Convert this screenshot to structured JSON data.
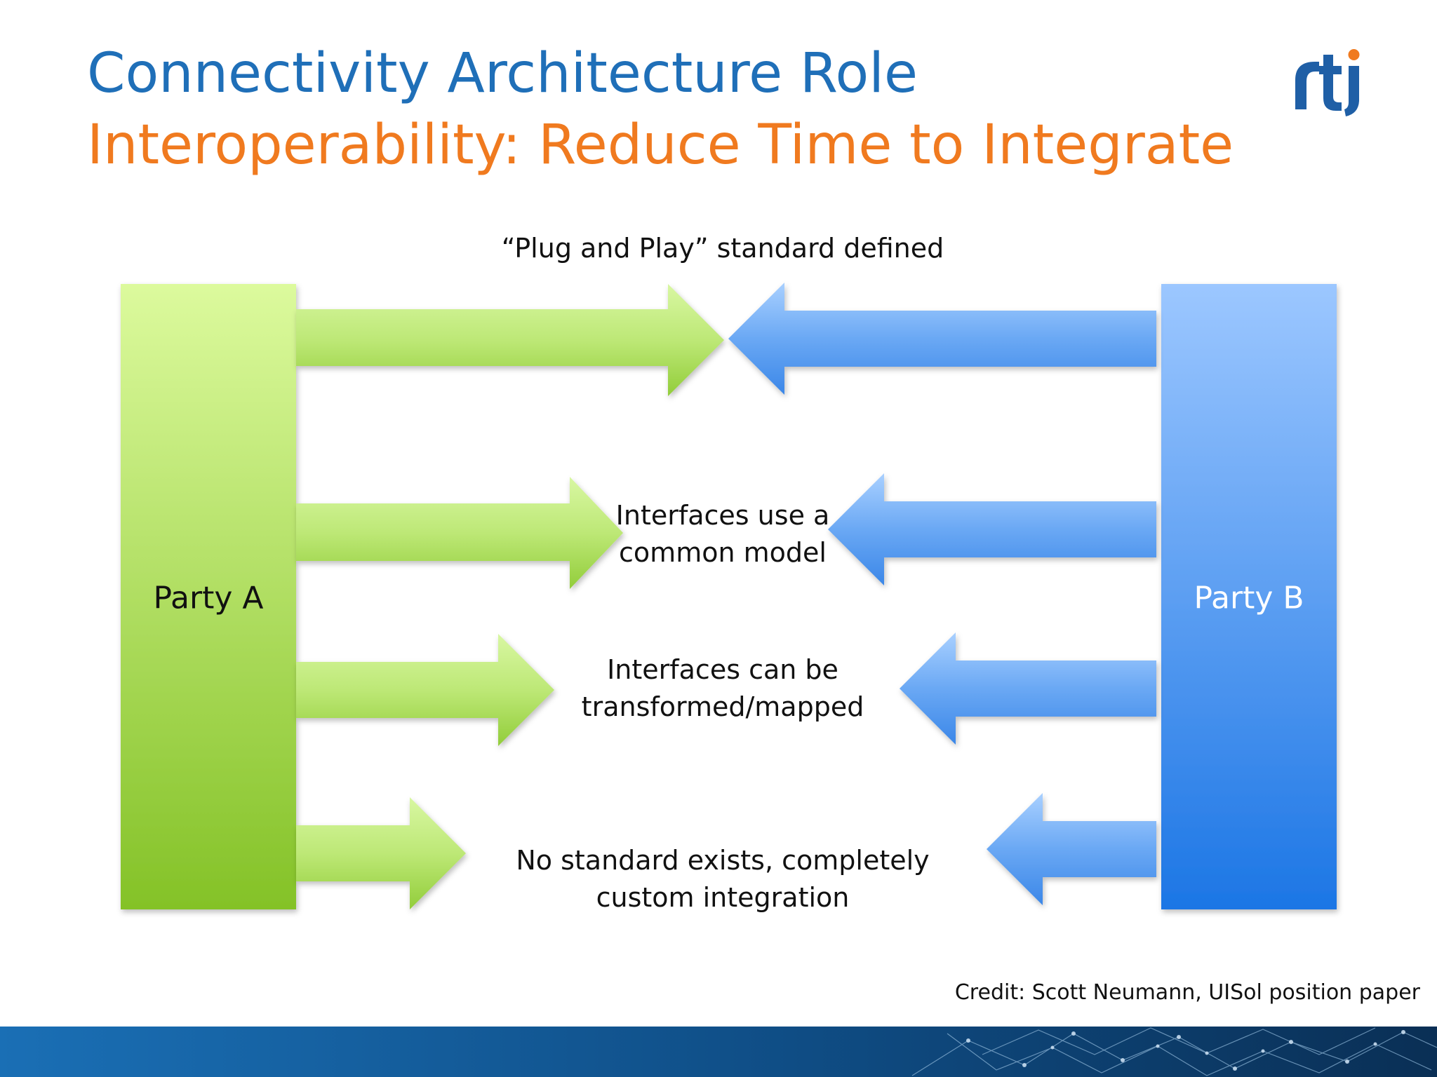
{
  "header": {
    "title": "Connectivity Architecture Role",
    "subtitle": "Interoperability: Reduce Time to Integrate",
    "logo_text": "rti"
  },
  "diagram": {
    "party_a": "Party A",
    "party_b": "Party B",
    "levels": [
      {
        "label_line1": "“Plug and Play” standard defined",
        "label_line2": ""
      },
      {
        "label_line1": "Interfaces use a",
        "label_line2": "common model"
      },
      {
        "label_line1": "Interfaces can be",
        "label_line2": "transformed/mapped"
      },
      {
        "label_line1": "No standard exists, completely",
        "label_line2": "custom integration"
      }
    ]
  },
  "credit": "Credit: Scott Neumann, UISol position paper",
  "colors": {
    "title": "#1f6fb8",
    "subtitle": "#f07a1f",
    "green_light": "#ddf99e",
    "green_dark": "#86c42a",
    "blue_light": "#9cc7ff",
    "blue_dark": "#1f78e6",
    "footer_dark": "#0b3a66"
  }
}
